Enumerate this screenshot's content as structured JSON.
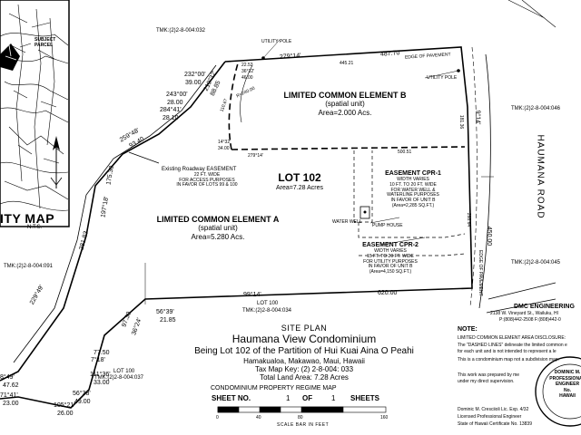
{
  "vicinity": {
    "subject_parcel": "SUBJECT\nPARCEL",
    "title": "ITY MAP",
    "sub": "N.T.S."
  },
  "tmk": {
    "top": "TMK:(2)2-8-004:032",
    "right_upper": "TMK:(2)2-8-004:046",
    "right_lower": "TMK:(2)2-8-004:045",
    "left": "TMK:(2)2-8-004:091",
    "bottom_center": "TMK:(2)2-8-004:034",
    "lot_100": "LOT 100",
    "bottom_left": "TMK:(2)2-8-004:037",
    "lot_100_b": "LOT 100"
  },
  "elements": {
    "lce_b": {
      "title": "LIMITED COMMON ELEMENT B",
      "sub": "(spatial unit)",
      "area": "Area=2.000 Acs."
    },
    "lot": {
      "title": "LOT 102",
      "area": "Area=7.28 Acres"
    },
    "lce_a": {
      "title": "LIMITED COMMON ELEMENT A",
      "sub": "(spatial unit)",
      "area": "Area=5.280 Acs."
    },
    "cpr1": {
      "title": "EASEMENT CPR-1",
      "body": "WIDTH VARIES\n10 FT. TO 20 FT. WIDE\nFOR WATER WELL &\nWATERLINE PURPOSES\nIN FAVOR OF UNIT B\n(Area=2,285 SQ.FT.)"
    },
    "cpr2": {
      "title": "EASEMENT CPR-2",
      "body": "WIDTH VARIES\n15 FT. TO 20 FT. WIDE\nFOR UTILITY PURPOSES\nIN FAVOR OF UNIT B\n(Area=4,150 SQ.FT.)"
    },
    "roadway": {
      "title": "Existing Roadway EASEMENT",
      "body": "22 FT. WIDE\nFOR ACCESS PURPOSES\nIN FAVOR OF LOTS 99 & 100"
    }
  },
  "road": "HAUMANA ROAD",
  "labels": {
    "utility_pole_1": "UTILITY POLE",
    "utility_pole_2": "UTILITY POLE",
    "edge_pavement": "EDGE OF PAVEMENT",
    "edge_pavement_2": "EDGE OF PAVEMENT",
    "water_well": "WATER WELL",
    "pump_house": "PUMP HOUSE"
  },
  "bearings": {
    "b_279_14_top": "279°14'",
    "d_487_70": "487.70",
    "d_445_21": "445.21",
    "d_181_36": "181.36",
    "b_9_14": "9°14'",
    "d_450_00": "450.00",
    "d_268_64": "268.64",
    "b_99_14": "99°14'",
    "d_620_00": "620.00",
    "b_279_14_mid": "279°14'",
    "d_500_51": "500.51",
    "d_22_53": "22.53",
    "b_36_32": "36°32'",
    "d_46_00": "46.00",
    "r_240": "R=240.00",
    "d_110_67": "110.67",
    "b_14_32": "14°32'",
    "d_34_00": "34.00",
    "b_232_00": "232°00'",
    "d_39_00": "39.00",
    "b_243_00": "243°00'",
    "d_28_00": "28.00",
    "b_284_41": "284°41'",
    "d_28_10": "28.10",
    "b_219_32": "219°32'",
    "d_88_85": "88.85",
    "b_259_48": "259°48'",
    "d_93_40": "93.40",
    "b_197_18": "197°18'",
    "d_175_30": "175.30",
    "d_281_83": "281.83",
    "b_229_49": "229°49'",
    "b_56_39": "56°39'",
    "d_21_85": "21.85",
    "d_97_30": "97.30",
    "b_36_24": "36°24'",
    "d_77_50": "77.50",
    "b_7_18": "7°18'",
    "b_111_36": "111°36'",
    "d_33_00": "33.00",
    "b_56_38": "56°38'",
    "d_49_00": "49.00",
    "b_105_21": "105°21'",
    "d_26_00": "26.00",
    "b_48_49": "8°49'",
    "d_47_62": "47.62",
    "b_71_41": "71°41'",
    "d_23_00": "23.00"
  },
  "title_block": {
    "site_plan": "SITE PLAN",
    "name": "Haumana View Condominium",
    "being": "Being Lot 102 of the Partition of Hui Kuai Aina O Peahi",
    "location": "Hamakualoa, Makawao, Maui, Hawaii",
    "tmk": "Tax Map Key: (2) 2-8-004: 033",
    "area": "Total Land Area: 7.28 Acres",
    "regime": "CONDOMINIUM PROPERTY REGIME MAP",
    "sheet_no_label": "SHEET NO.",
    "sheet_no": "1",
    "of": "OF",
    "sheets_total": "1",
    "sheets": "SHEETS",
    "scale_ticks": [
      "0",
      "40",
      "80",
      "160"
    ],
    "scale_caption": "SCALE BAR IN FEET"
  },
  "engineer": {
    "firm": "DMC ENGINEERING",
    "address": "2138 W. Vineyard St., Wailuku, HI",
    "phone": "P:(808)442-2508  F:(808)442-0",
    "stamp": "DOMINIC M.\nPROFESSIONAL\nENGINEER\nNo.\nHAWAII"
  },
  "note": {
    "title": "NOTE:",
    "line1": "LIMITED COMMON ELEMENT AREA DISCLOSURE:",
    "line2": "The \"DASHED LINES\" delineate the limited common e",
    "line3": "for each unit and is not intended to represent a le",
    "line4": "This is a condominium map not a subdivision map.",
    "line5": "This work was prepared by me",
    "line6": "under my direct supervision.",
    "sig1": "Dominic M. Cresciioli Lic. Exp. 4/32",
    "sig2": "Licensed Professional Engineer",
    "sig3": "State of Hawaii Certificate No. 13839"
  }
}
